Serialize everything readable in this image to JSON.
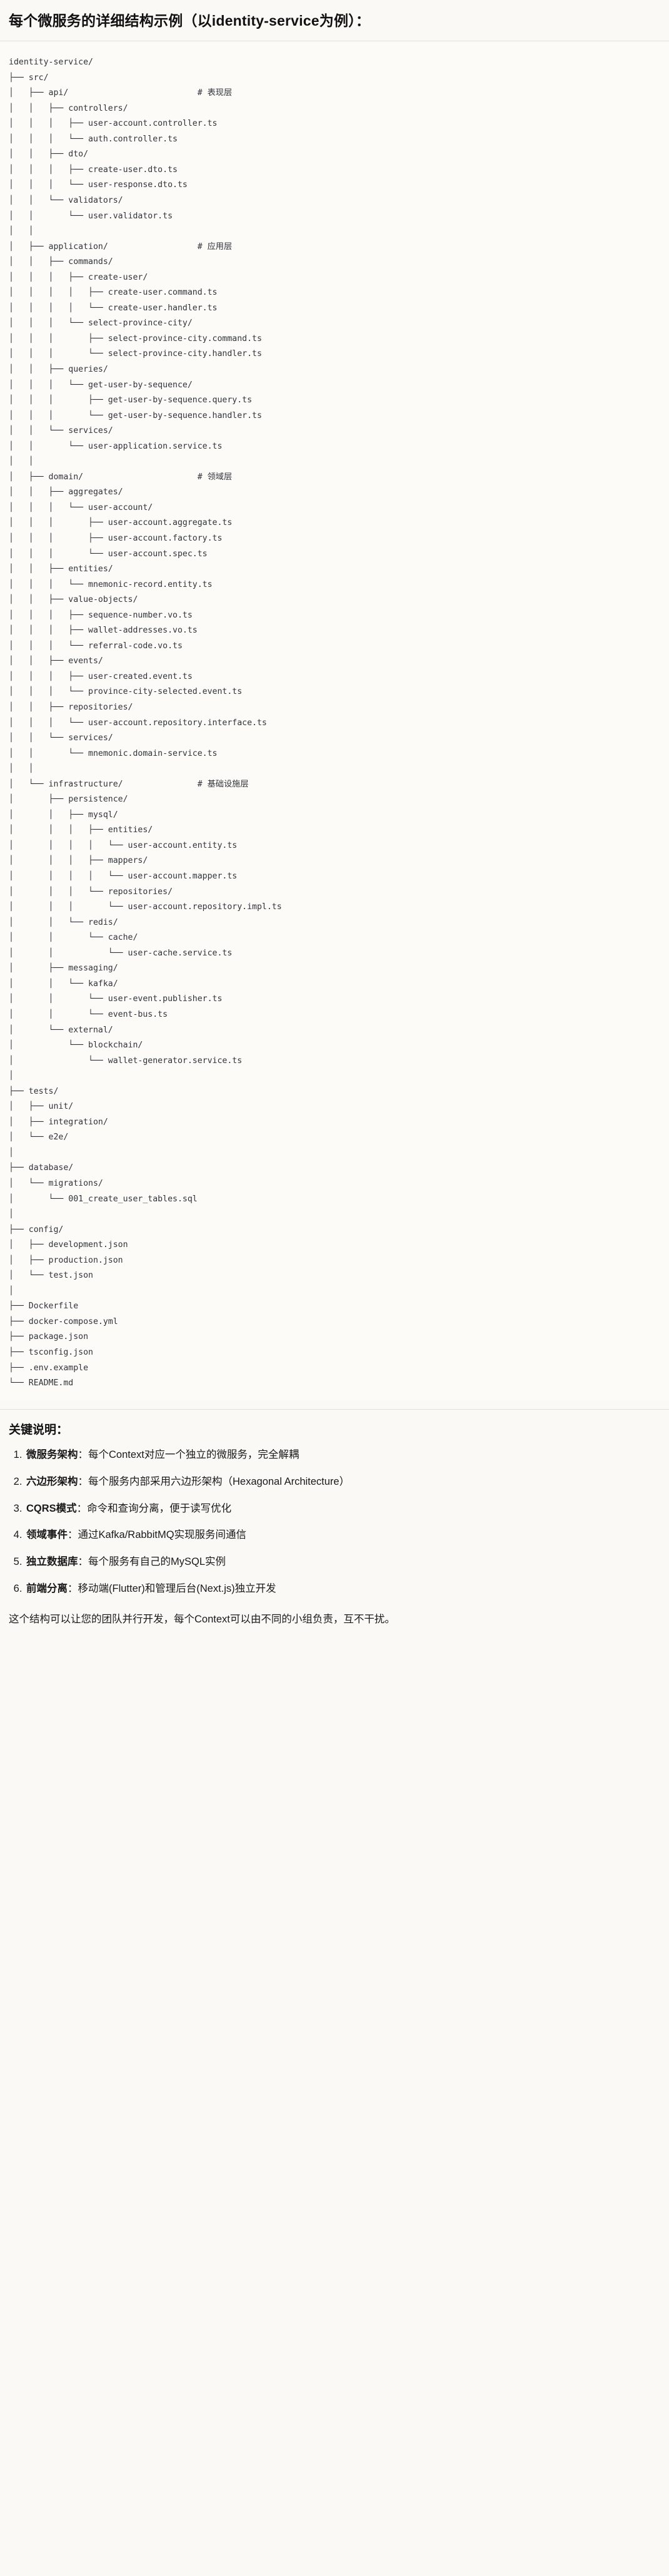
{
  "header": {
    "title": "每个微服务的详细结构示例（以identity-service为例）："
  },
  "tree": {
    "root": "identity-service/",
    "text": "identity-service/\n├── src/\n│   ├── api/                          # 表现层\n│   │   ├── controllers/\n│   │   │   ├── user-account.controller.ts\n│   │   │   └── auth.controller.ts\n│   │   ├── dto/\n│   │   │   ├── create-user.dto.ts\n│   │   │   └── user-response.dto.ts\n│   │   └── validators/\n│   │       └── user.validator.ts\n│   │\n│   ├── application/                  # 应用层\n│   │   ├── commands/\n│   │   │   ├── create-user/\n│   │   │   │   ├── create-user.command.ts\n│   │   │   │   └── create-user.handler.ts\n│   │   │   └── select-province-city/\n│   │   │       ├── select-province-city.command.ts\n│   │   │       └── select-province-city.handler.ts\n│   │   ├── queries/\n│   │   │   └── get-user-by-sequence/\n│   │   │       ├── get-user-by-sequence.query.ts\n│   │   │       └── get-user-by-sequence.handler.ts\n│   │   └── services/\n│   │       └── user-application.service.ts\n│   │\n│   ├── domain/                       # 领域层\n│   │   ├── aggregates/\n│   │   │   └── user-account/\n│   │   │       ├── user-account.aggregate.ts\n│   │   │       ├── user-account.factory.ts\n│   │   │       └── user-account.spec.ts\n│   │   ├── entities/\n│   │   │   └── mnemonic-record.entity.ts\n│   │   ├── value-objects/\n│   │   │   ├── sequence-number.vo.ts\n│   │   │   ├── wallet-addresses.vo.ts\n│   │   │   └── referral-code.vo.ts\n│   │   ├── events/\n│   │   │   ├── user-created.event.ts\n│   │   │   └── province-city-selected.event.ts\n│   │   ├── repositories/\n│   │   │   └── user-account.repository.interface.ts\n│   │   └── services/\n│   │       └── mnemonic.domain-service.ts\n│   │\n│   └── infrastructure/               # 基础设施层\n│       ├── persistence/\n│       │   ├── mysql/\n│       │   │   ├── entities/\n│       │   │   │   └── user-account.entity.ts\n│       │   │   ├── mappers/\n│       │   │   │   └── user-account.mapper.ts\n│       │   │   └── repositories/\n│       │   │       └── user-account.repository.impl.ts\n│       │   └── redis/\n│       │       └── cache/\n│       │           └── user-cache.service.ts\n│       ├── messaging/\n│       │   └── kafka/\n│       │       └── user-event.publisher.ts\n│       │       └── event-bus.ts\n│       └── external/\n│           └── blockchain/\n│               └── wallet-generator.service.ts\n│\n├── tests/\n│   ├── unit/\n│   ├── integration/\n│   └── e2e/\n│\n├── database/\n│   └── migrations/\n│       └── 001_create_user_tables.sql\n│\n├── config/\n│   ├── development.json\n│   ├── production.json\n│   └── test.json\n│\n├── Dockerfile\n├── docker-compose.yml\n├── package.json\n├── tsconfig.json\n├── .env.example\n└── README.md",
    "comments": [
      "# 表现层",
      "# 应用层",
      "# 领域层",
      "# 基础设施层"
    ]
  },
  "keypoints": {
    "title": "关键说明：",
    "items": [
      {
        "term": "微服务架构",
        "sep": "：",
        "desc": "每个Context对应一个独立的微服务，完全解耦"
      },
      {
        "term": "六边形架构",
        "sep": "：",
        "desc": "每个服务内部采用六边形架构（Hexagonal Architecture）"
      },
      {
        "term": "CQRS模式",
        "sep": "：",
        "desc": "命令和查询分离，便于读写优化"
      },
      {
        "term": "领域事件",
        "sep": "：",
        "desc": "通过Kafka/RabbitMQ实现服务间通信"
      },
      {
        "term": "独立数据库",
        "sep": "：",
        "desc": "每个服务有自己的MySQL实例"
      },
      {
        "term": "前端分离",
        "sep": "：",
        "desc": "移动端(Flutter)和管理后台(Next.js)独立开发"
      }
    ]
  },
  "closing": {
    "text": "这个结构可以让您的团队并行开发，每个Context可以由不同的小组负责，互不干扰。"
  }
}
